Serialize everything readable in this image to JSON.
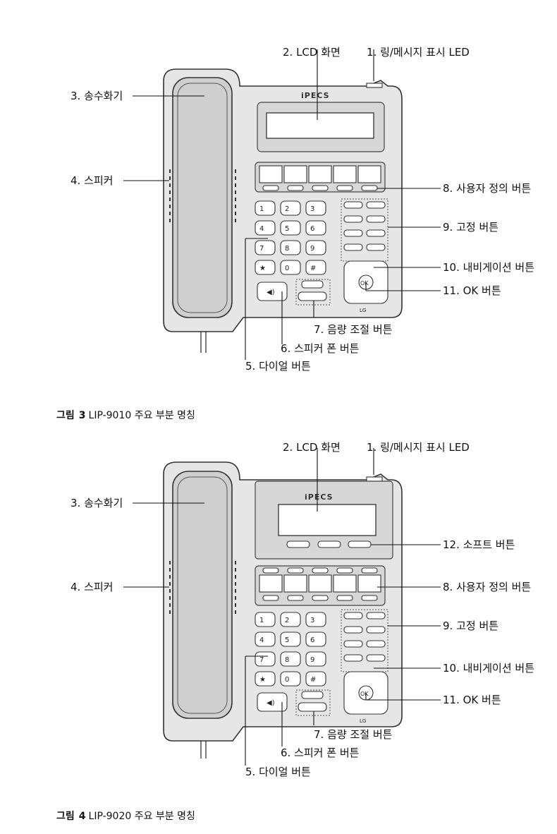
{
  "figures": [
    {
      "logo_text": "iPECS",
      "brand_text": "LG",
      "callouts": {
        "lcd": "2. LCD 화면",
        "led": "1. 링/메시지 표시 LED",
        "handset": "3. 송수화기",
        "speaker": "4. 스피커",
        "user_buttons": "8. 사용자 정의 버튼",
        "fixed_buttons": "9. 고정 버튼",
        "navigation": "10. 내비게이션 버튼",
        "ok": "11. OK 버튼",
        "volume": "7. 음량 조절 버튼",
        "speakerphone": "6. 스피커 폰 버튼",
        "dial": "5. 다이얼 버튼"
      },
      "caption": {
        "word": "그림",
        "number": "3",
        "text": "LIP-9010 주요 부분 명칭"
      }
    },
    {
      "logo_text": "iPECS",
      "brand_text": "LG",
      "callouts": {
        "lcd": "2. LCD 화면",
        "led": "1. 링/메시지 표시 LED",
        "handset": "3. 송수화기",
        "soft_buttons": "12. 소프트 버튼",
        "speaker": "4. 스피커",
        "user_buttons": "8. 사용자 정의 버튼",
        "fixed_buttons": "9. 고정 버튼",
        "navigation": "10. 내비게이션 버튼",
        "ok": "11. OK 버튼",
        "volume": "7. 음량 조절 버튼",
        "speakerphone": "6. 스피커 폰 버튼",
        "dial": "5. 다이얼 버튼"
      },
      "caption": {
        "word": "그림",
        "number": "4",
        "text": "LIP-9020 주요 부분 명칭"
      }
    }
  ],
  "keypad": [
    "1",
    "2",
    "3",
    "4",
    "5",
    "6",
    "7",
    "8",
    "9",
    "★",
    "0",
    "#"
  ],
  "nav_ok_label": "OK"
}
